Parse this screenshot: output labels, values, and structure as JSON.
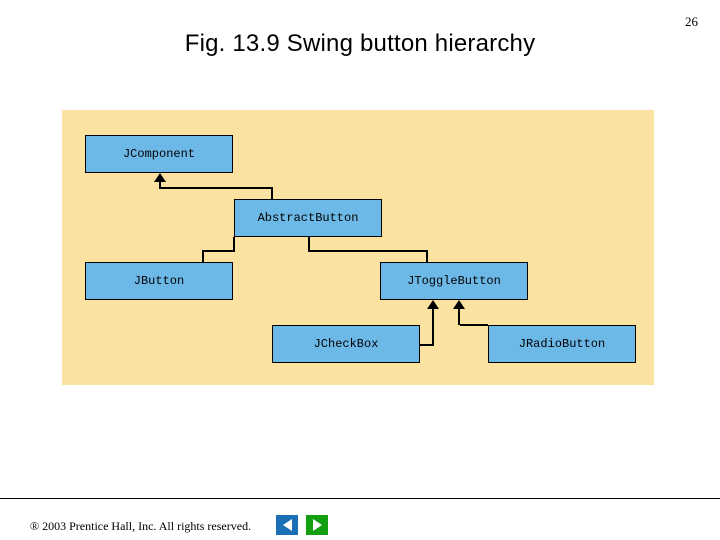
{
  "slide": {
    "number": "26",
    "title": "Fig. 13.9  Swing button hierarchy",
    "panel_color": "#fbe2a0",
    "node_color": "#6cb9e8"
  },
  "diagram": {
    "type": "class-hierarchy",
    "nodes": [
      {
        "id": "jcomponent",
        "label": "JComponent"
      },
      {
        "id": "abstractbutton",
        "label": "AbstractButton"
      },
      {
        "id": "jbutton",
        "label": "JButton"
      },
      {
        "id": "jtogglebutton",
        "label": "JToggleButton"
      },
      {
        "id": "jcheckbox",
        "label": "JCheckBox"
      },
      {
        "id": "jradiobutton",
        "label": "JRadioButton"
      }
    ],
    "edges": [
      {
        "from": "abstractbutton",
        "to": "jcomponent"
      },
      {
        "from": "jbutton",
        "to": "abstractbutton"
      },
      {
        "from": "jtogglebutton",
        "to": "abstractbutton"
      },
      {
        "from": "jcheckbox",
        "to": "jtogglebutton"
      },
      {
        "from": "jradiobutton",
        "to": "jtogglebutton"
      }
    ]
  },
  "footer": {
    "copyright": "® 2003 Prentice Hall, Inc. All rights reserved.",
    "prev_label": "◄",
    "next_label": "►"
  }
}
